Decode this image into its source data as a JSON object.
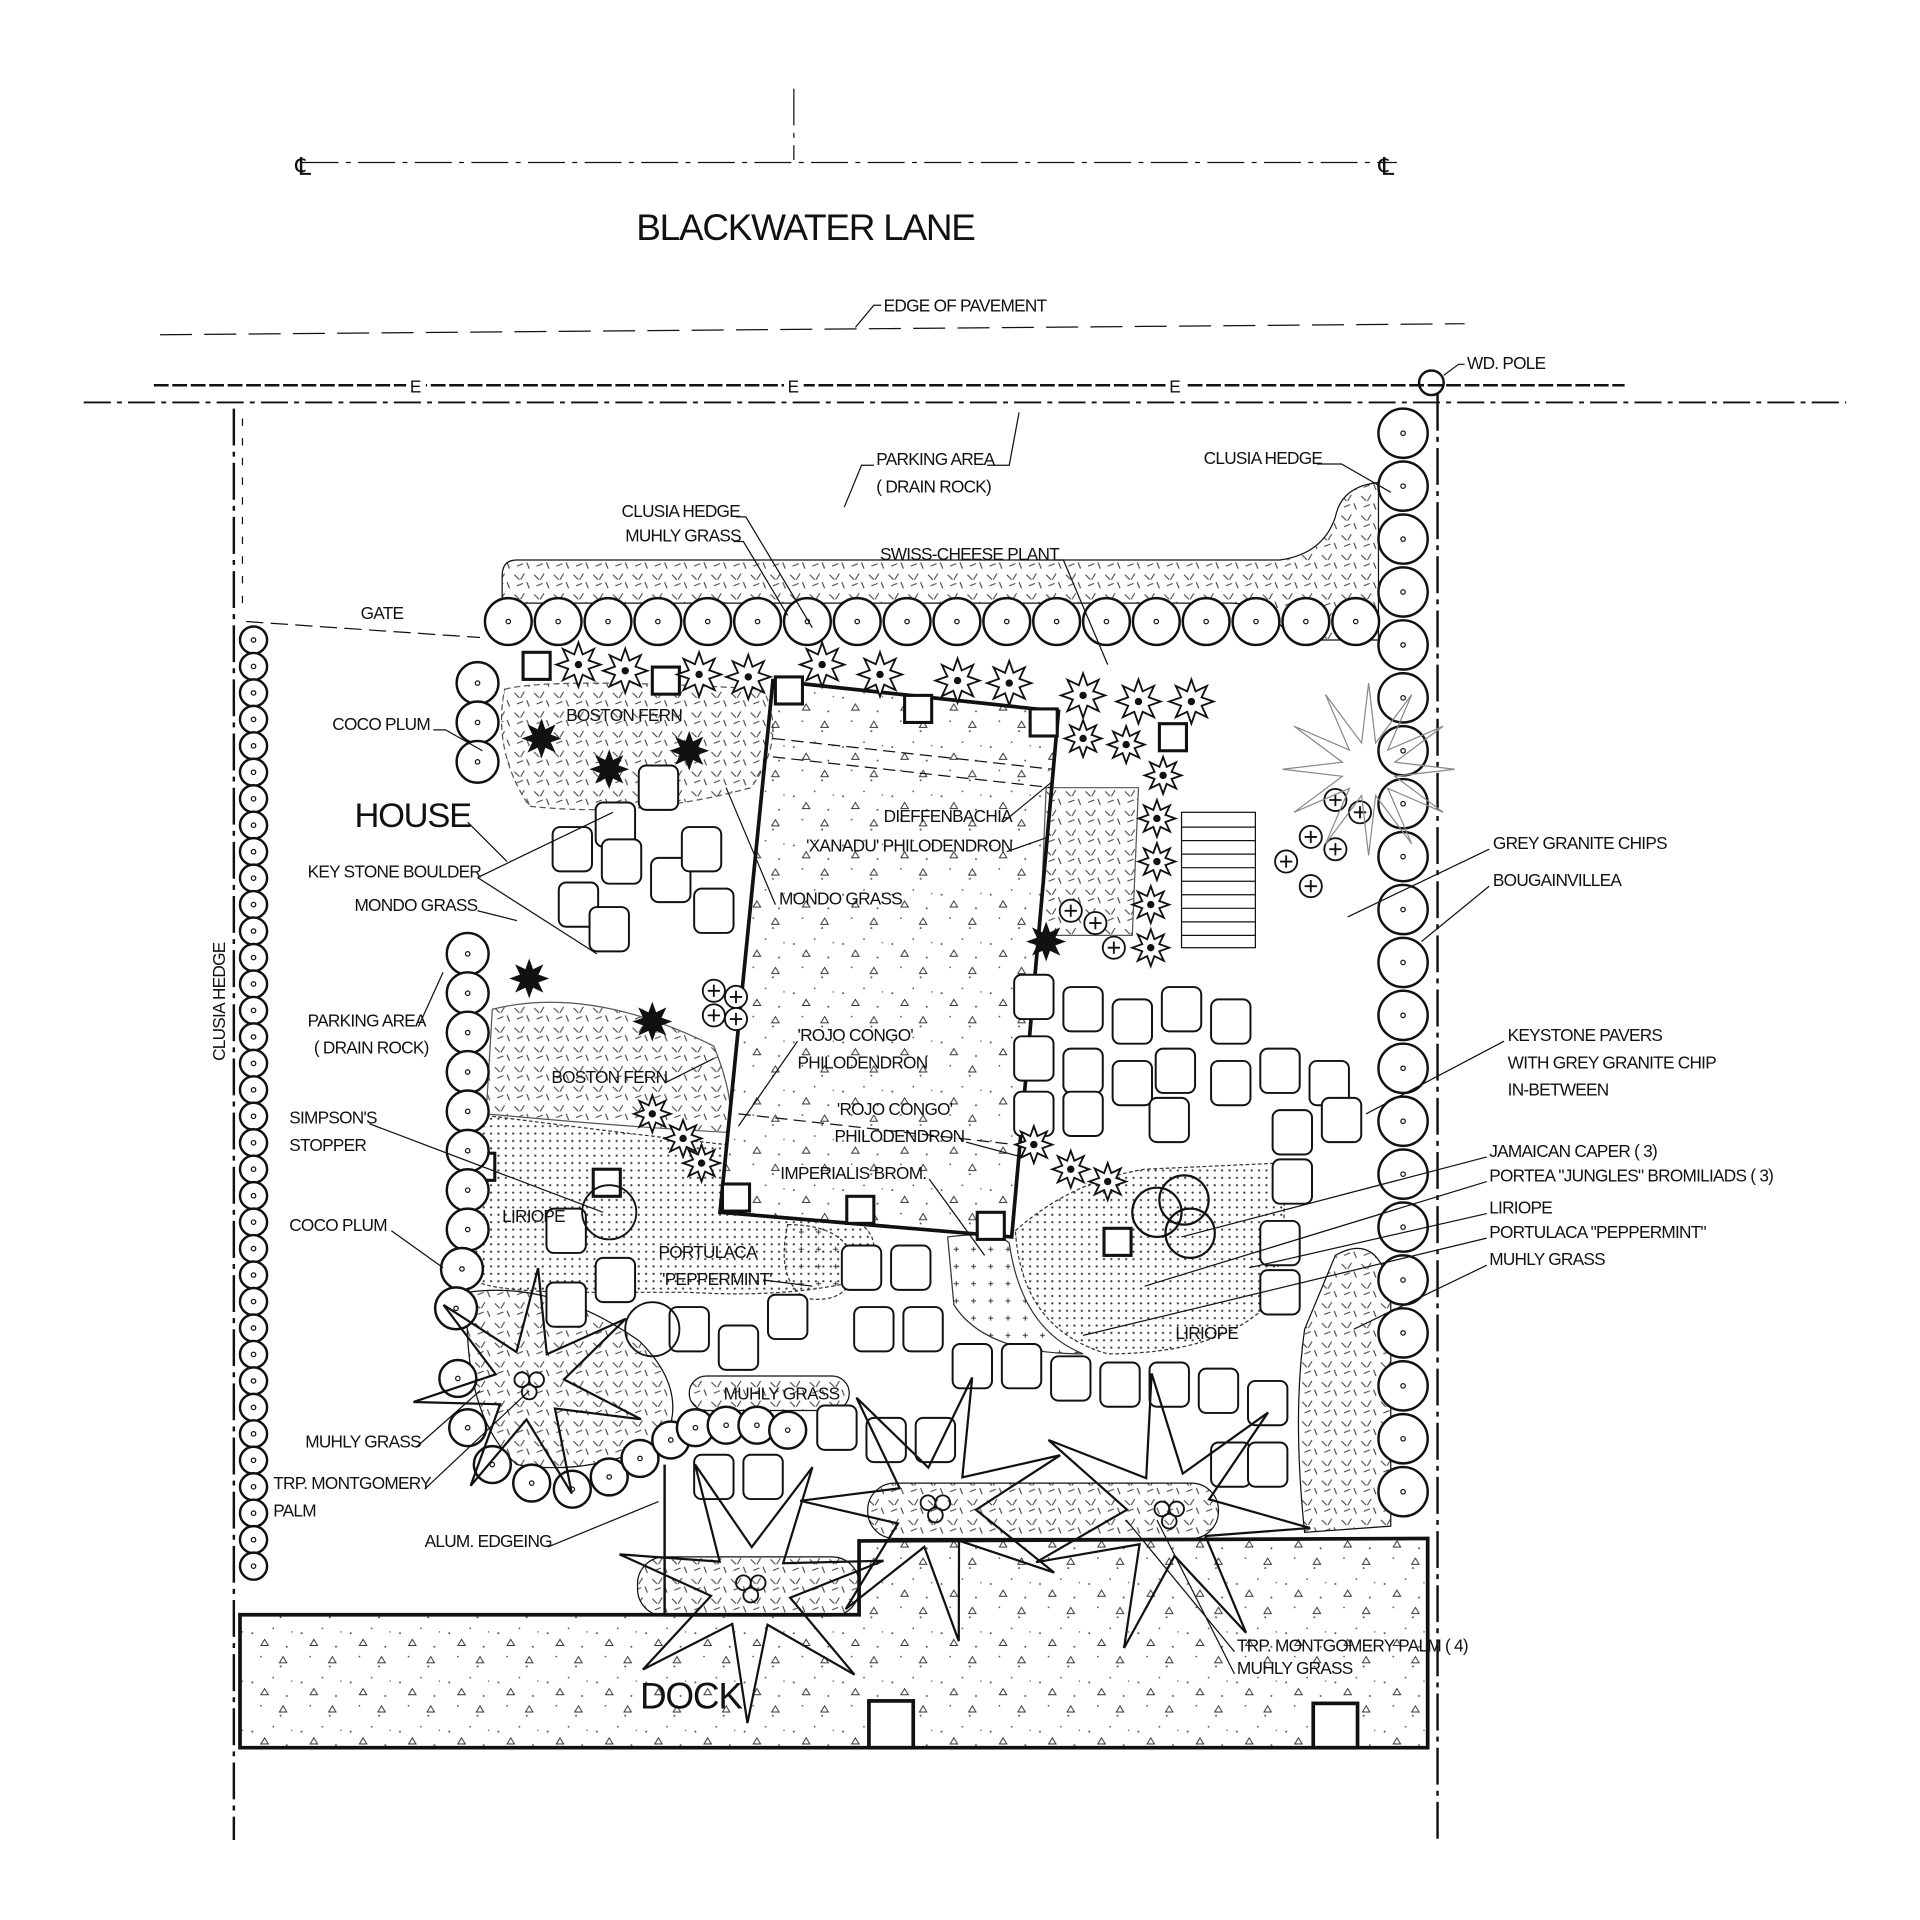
{
  "street": {
    "name": "BLACKWATER LANE",
    "edge_label": "EDGE OF PAVEMENT",
    "electric_marker": "E",
    "pole_label": "WD. POLE"
  },
  "labels": {
    "parking_top_1": "PARKING AREA",
    "parking_top_2": "( DRAIN ROCK)",
    "clusia_top": "CLUSIA HEDGE",
    "muhly_top": "MUHLY GRASS",
    "swiss_cheese": "SWISS-CHEESE PLANT",
    "clusia_right": "CLUSIA HEDGE",
    "gate": "GATE",
    "coco_plum_1": "COCO PLUM",
    "house": "HOUSE",
    "keystone_boulder": "KEY STONE BOULDER",
    "mondo_left": "MONDO GRASS",
    "boston_fern_1": "BOSTON FERN",
    "dieffenbachia": "DIEFFENBACHIA",
    "xanadu": "'XANADU' PHILODENDRON",
    "mondo_center": "MONDO GRASS",
    "grey_granite": "GREY GRANITE CHIPS",
    "bougainvillea": "BOUGAINVILLEA",
    "clusia_left": "CLUSIA HEDGE",
    "parking_left_1": "PARKING AREA",
    "parking_left_2": "( DRAIN ROCK)",
    "rojo_1a": "'ROJO CONGO'",
    "rojo_1b": "PHILODENDRON",
    "boston_fern_2": "BOSTON FERN",
    "rojo_2a": "'ROJO CONGO'",
    "rojo_2b": "PHILODENDRON",
    "imperialis": "IMPERIALIS BROM.",
    "simpsons_1": "SIMPSON'S",
    "simpsons_2": "STOPPER",
    "keystone_pavers_1": "KEYSTONE PAVERS",
    "keystone_pavers_2": "WITH GREY GRANITE CHIP",
    "keystone_pavers_3": "IN-BETWEEN",
    "jamaican_caper": "JAMAICAN CAPER ( 3)",
    "portea": "PORTEA \"JUNGLES\" BROMILIADS ( 3)",
    "liriope_right": "LIRIOPE",
    "portulaca_right": "PORTULACA \"PEPPERMINT\"",
    "muhly_right": "MUHLY GRASS",
    "liriope_left": "LIRIOPE",
    "coco_plum_2": "COCO PLUM",
    "portulaca_1": "PORTULACA",
    "portulaca_2": "'PEPPERMINT'",
    "liriope_bottom": "LIRIOPE",
    "muhly_center": "MUHLY GRASS",
    "muhly_left": "MUHLY GRASS",
    "montgomery_1": "TRP. MONTGOMERY",
    "montgomery_2": "PALM",
    "alum_edging": "ALUM. EDGEING",
    "montgomery_4": "TRP. MONTGOMERY PALM ( 4)",
    "muhly_bottom": "MUHLY GRASS",
    "dock": "DOCK"
  },
  "colors": {
    "ink": "#111111",
    "paper": "#ffffff",
    "grey": "#888888"
  }
}
